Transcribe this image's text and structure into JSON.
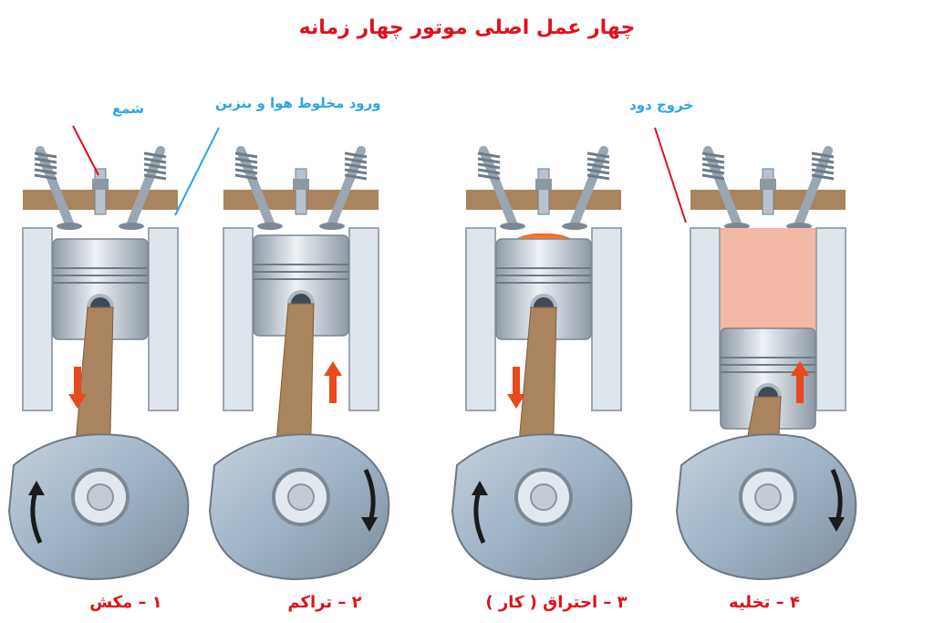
{
  "title": "چهار عمل اصلی موتور چهار زمانه",
  "callouts": {
    "spark_plug": "شمع",
    "intake": "ورود مخلوط هوا و بنزین",
    "exhaust": "خروج دود"
  },
  "strokes": [
    {
      "label": "۱ – مکش",
      "piston_motion": "down",
      "chamber": "intake"
    },
    {
      "label": "۲ – تراکم",
      "piston_motion": "up",
      "chamber": "compression"
    },
    {
      "label": "۳ – احتراق ( کار )",
      "piston_motion": "down",
      "chamber": "combustion"
    },
    {
      "label": "۴ – تخلیه",
      "piston_motion": "up",
      "chamber": "exhaust"
    }
  ],
  "colors": {
    "title": "#e0111b",
    "callout": "#2aa6e6",
    "caption": "#e0111b",
    "arrow": "#e8491d",
    "flame": "#ff6a1a",
    "exhaust_gas": "#f4b8a6",
    "head": "#a9845e",
    "metal": "#c9d3de",
    "cylinder": "#dfe5ec"
  }
}
